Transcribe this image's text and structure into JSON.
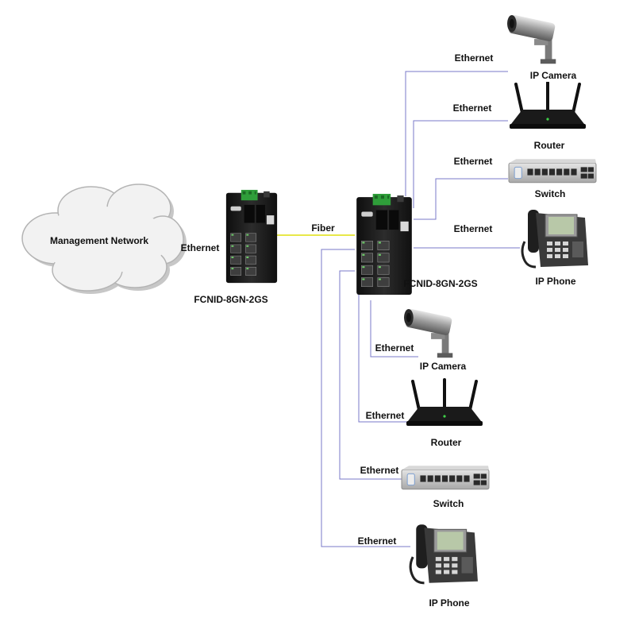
{
  "colors": {
    "link_line": "#7878c8",
    "fiber_line": "#e8e84a",
    "device_dark": "#1c1c1c",
    "device_green": "#2f9e3a",
    "switch_body": "#c9c9c9",
    "phone_screen": "#b8c8a8"
  },
  "management_network": {
    "label": "Management Network"
  },
  "left_switch": {
    "label": "FCNID-8GN-2GS",
    "link_label": "Ethernet"
  },
  "fiber": {
    "label": "Fiber"
  },
  "right_switch": {
    "label": "FCNID-8GN-2GS"
  },
  "upper_devices": [
    {
      "name": "IP Camera",
      "link_label": "Ethernet",
      "icon": "camera-icon"
    },
    {
      "name": "Router",
      "link_label": "Ethernet",
      "icon": "router-icon"
    },
    {
      "name": "Switch",
      "link_label": "Ethernet",
      "icon": "switch-icon"
    },
    {
      "name": "IP Phone",
      "link_label": "Ethernet",
      "icon": "phone-icon"
    }
  ],
  "lower_devices": [
    {
      "name": "IP Camera",
      "link_label": "Ethernet",
      "icon": "camera-icon"
    },
    {
      "name": "Router",
      "link_label": "Ethernet",
      "icon": "router-icon"
    },
    {
      "name": "Switch",
      "link_label": "Ethernet",
      "icon": "switch-icon"
    },
    {
      "name": "IP Phone",
      "link_label": "Ethernet",
      "icon": "phone-icon"
    }
  ]
}
